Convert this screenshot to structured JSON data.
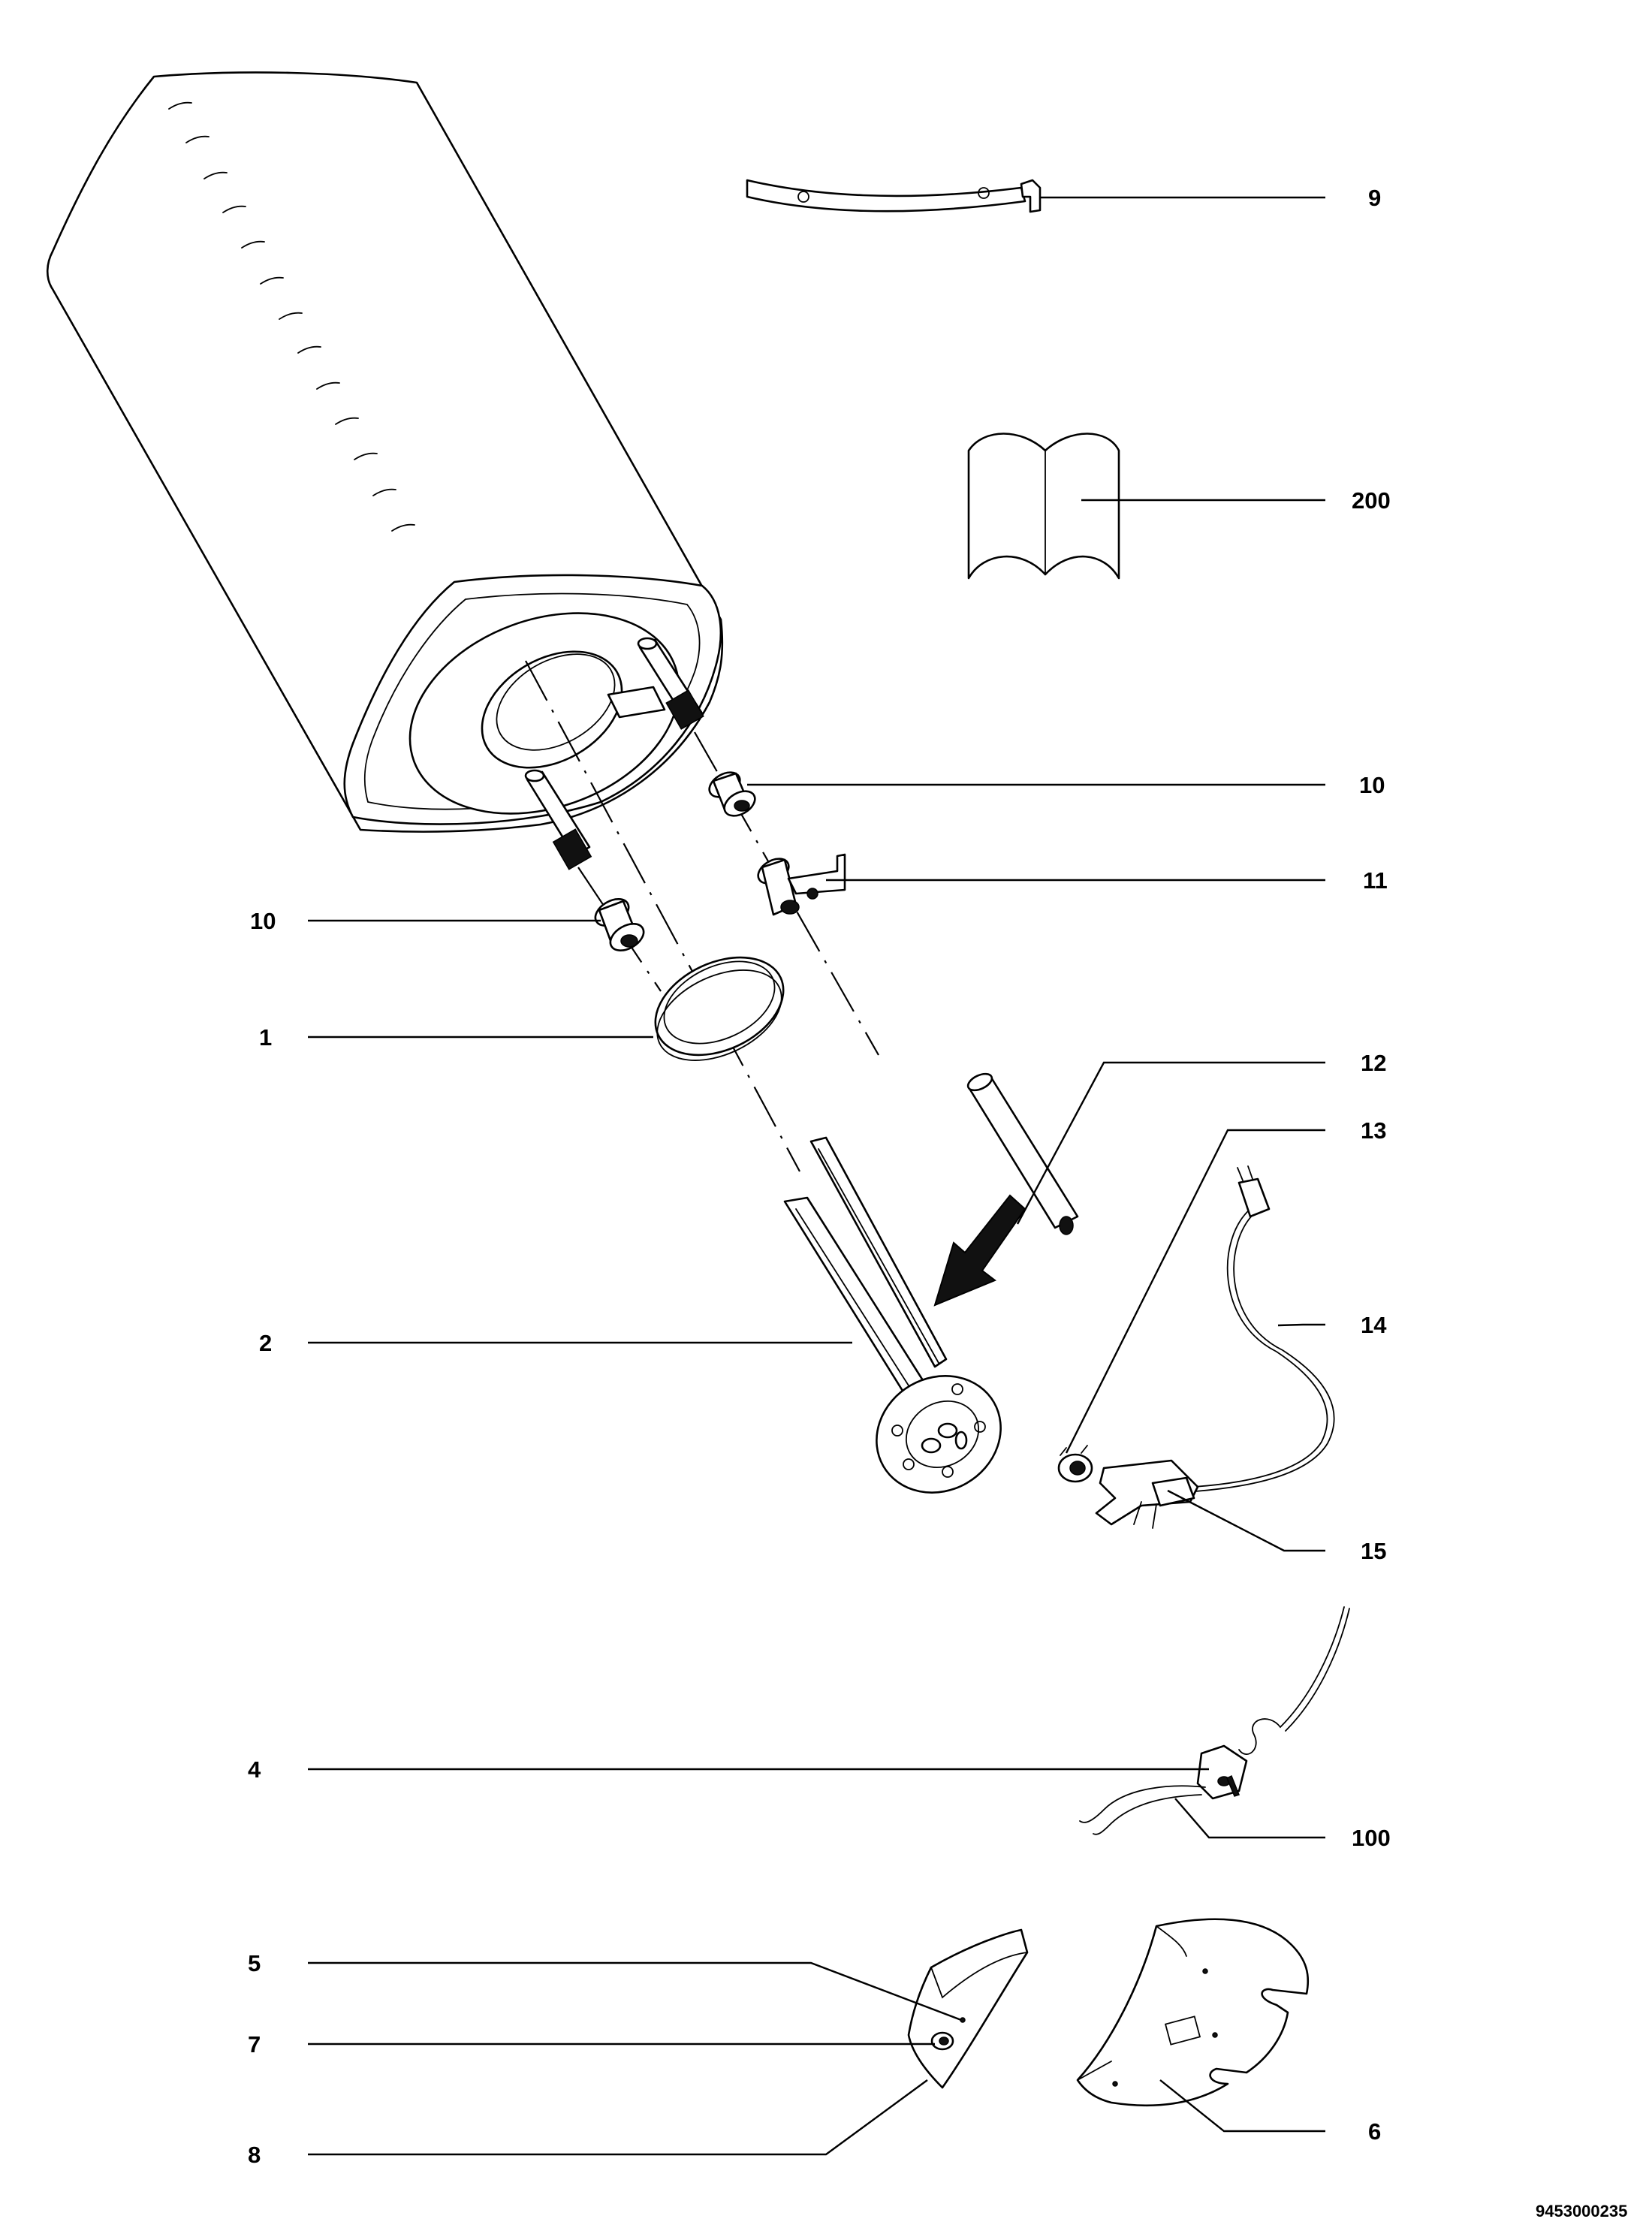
{
  "callouts": {
    "c9": "9",
    "c200": "200",
    "c10_right": "10",
    "c11": "11",
    "c10_left": "10",
    "c1": "1",
    "c12": "12",
    "c13": "13",
    "c14": "14",
    "c2": "2",
    "c15": "15",
    "c4": "4",
    "c100": "100",
    "c5": "5",
    "c7": "7",
    "c8": "8",
    "c6": "6"
  },
  "drawing_code": "9453000235"
}
